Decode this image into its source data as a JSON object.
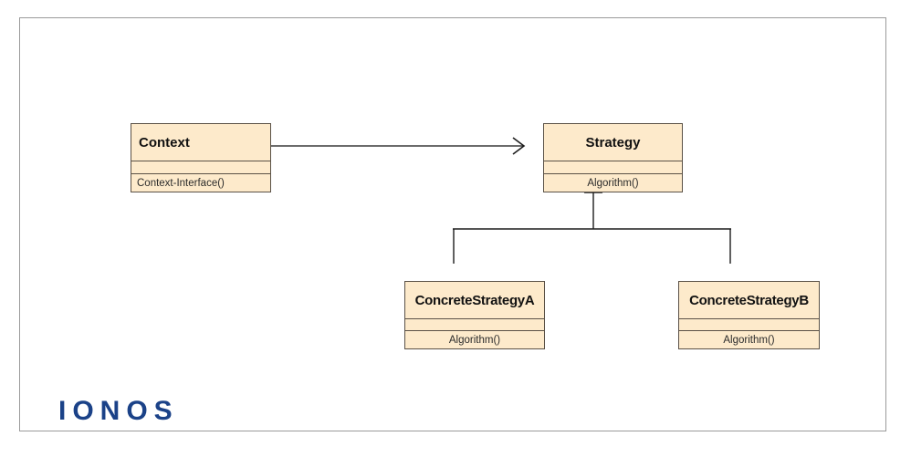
{
  "diagram": {
    "type": "uml-class-diagram",
    "title": "Strategy design pattern UML class diagram",
    "palette": {
      "class_fill": "#fdeacb",
      "class_border": "#5a5146",
      "connector": "#3b3b3b",
      "frame_border": "#9a9a9a",
      "brand_blue": "#1b4288",
      "background": "#ffffff"
    },
    "classes": [
      {
        "id": "context",
        "name": "Context",
        "attributes": "",
        "operations": "Context-Interface()",
        "align": "left"
      },
      {
        "id": "strategy",
        "name": "Strategy",
        "attributes": "",
        "operations": "Algorithm()",
        "align": "center"
      },
      {
        "id": "concrete-strategy-a",
        "name": "ConcreteStrategyA",
        "attributes": "",
        "operations": "Algorithm()",
        "align": "center"
      },
      {
        "id": "concrete-strategy-b",
        "name": "ConcreteStrategyB",
        "attributes": "",
        "operations": "Algorithm()",
        "align": "center"
      }
    ],
    "relationships": [
      {
        "id": "context-strategy",
        "kind": "aggregation",
        "source": "context",
        "target": "strategy",
        "source_decoration": "open-diamond",
        "target_decoration": "open-arrow",
        "label": ""
      },
      {
        "id": "a-strategy",
        "kind": "generalization",
        "source": "concrete-strategy-a",
        "target": "strategy",
        "target_decoration": "hollow-triangle",
        "label": ""
      },
      {
        "id": "b-strategy",
        "kind": "generalization",
        "source": "concrete-strategy-b",
        "target": "strategy",
        "target_decoration": "hollow-triangle",
        "label": ""
      }
    ]
  },
  "branding": {
    "logo_text": "IONOS"
  }
}
